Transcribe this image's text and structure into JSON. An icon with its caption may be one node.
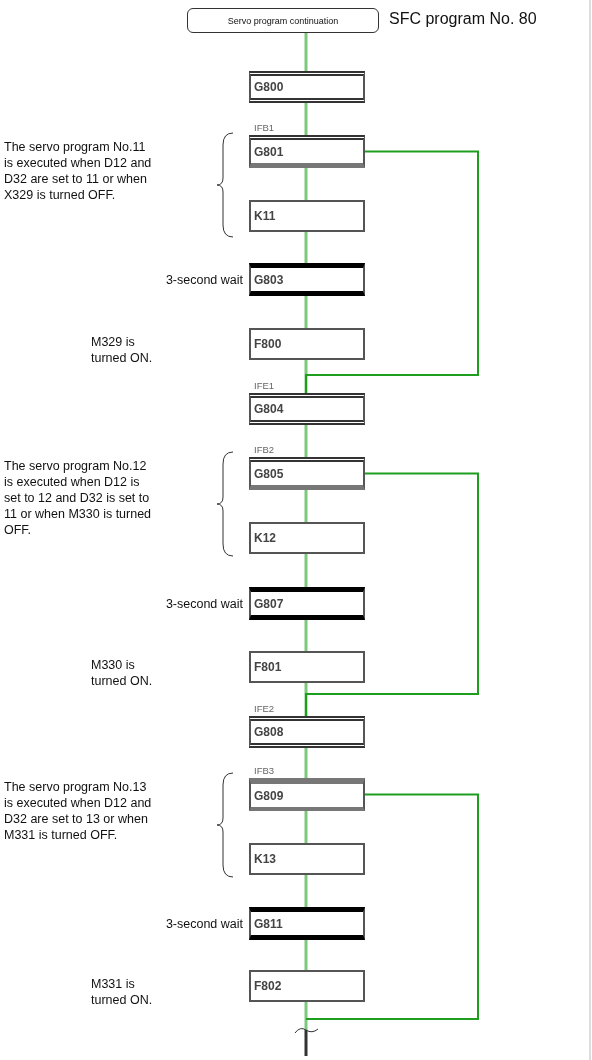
{
  "diagram": {
    "nodes": [
      {
        "text": [
          "Servo program continuation"
        ],
        "beside": [
          "SFC program No. 80"
        ]
      },
      {
        "text": [
          "G800"
        ]
      },
      {
        "text": [
          "G801"
        ],
        "beside": [
          "IFB1"
        ]
      },
      {
        "text": [
          "K11"
        ]
      },
      {
        "text": [
          "G803"
        ],
        "beside": [
          "3-second wait"
        ]
      },
      {
        "text": [
          "F800"
        ]
      },
      {
        "text": [
          "G804"
        ],
        "beside": [
          "IFE1"
        ]
      },
      {
        "text": [
          "G805"
        ],
        "beside": [
          "IFB2"
        ]
      },
      {
        "text": [
          "K12"
        ]
      },
      {
        "text": [
          "G807"
        ],
        "beside": [
          "3-second wait"
        ]
      },
      {
        "text": [
          "F801"
        ]
      },
      {
        "text": [
          "G808"
        ],
        "beside": [
          "IFE2"
        ]
      },
      {
        "text": [
          "G809"
        ],
        "beside": [
          "IFB3"
        ]
      },
      {
        "text": [
          "K13"
        ]
      },
      {
        "text": [
          "G811"
        ],
        "beside": [
          "3-second wait"
        ]
      },
      {
        "text": [
          "F802"
        ]
      }
    ],
    "edges": [
      {
        "from": 0,
        "to": 1,
        "arrow": "none"
      },
      {
        "from": 1,
        "to": 2,
        "arrow": "none"
      },
      {
        "from": 2,
        "to": 3,
        "arrow": "none"
      },
      {
        "from": 3,
        "to": 4,
        "arrow": "none"
      },
      {
        "from": 4,
        "to": 5,
        "arrow": "none"
      },
      {
        "from": 5,
        "to": 6,
        "arrow": "none"
      },
      {
        "from": 2,
        "to": 6,
        "arrow": "none",
        "color": "#1e9e1e"
      },
      {
        "from": 6,
        "to": 7,
        "arrow": "none"
      },
      {
        "from": 7,
        "to": 8,
        "arrow": "none"
      },
      {
        "from": 8,
        "to": 9,
        "arrow": "none"
      },
      {
        "from": 9,
        "to": 10,
        "arrow": "none"
      },
      {
        "from": 10,
        "to": 11,
        "arrow": "none"
      },
      {
        "from": 7,
        "to": 11,
        "arrow": "none",
        "color": "#1e9e1e"
      },
      {
        "from": 11,
        "to": 12,
        "arrow": "none"
      },
      {
        "from": 12,
        "to": 13,
        "arrow": "none"
      },
      {
        "from": 13,
        "to": 14,
        "arrow": "none"
      },
      {
        "from": 14,
        "to": 15,
        "arrow": "none"
      },
      {
        "from": 15,
        "to": null,
        "arrow": "none"
      },
      {
        "from": 12,
        "to": null,
        "arrow": "none",
        "color": "#1e9e1e"
      }
    ],
    "labels": [
      "The servo program No.11 is executed when D12 and D32 are set to 11 or when X329 is turned OFF.",
      "M329 is turned ON.",
      "The servo program No.12 is executed when D12 is set to 12 and D32 is set to 11 or when M330 is turned OFF.",
      "M330 is turned ON.",
      "The servo program No.13 is executed when D12 and D32 are set to 13 or when M331 is turned OFF.",
      "M331 is turned ON."
    ]
  }
}
